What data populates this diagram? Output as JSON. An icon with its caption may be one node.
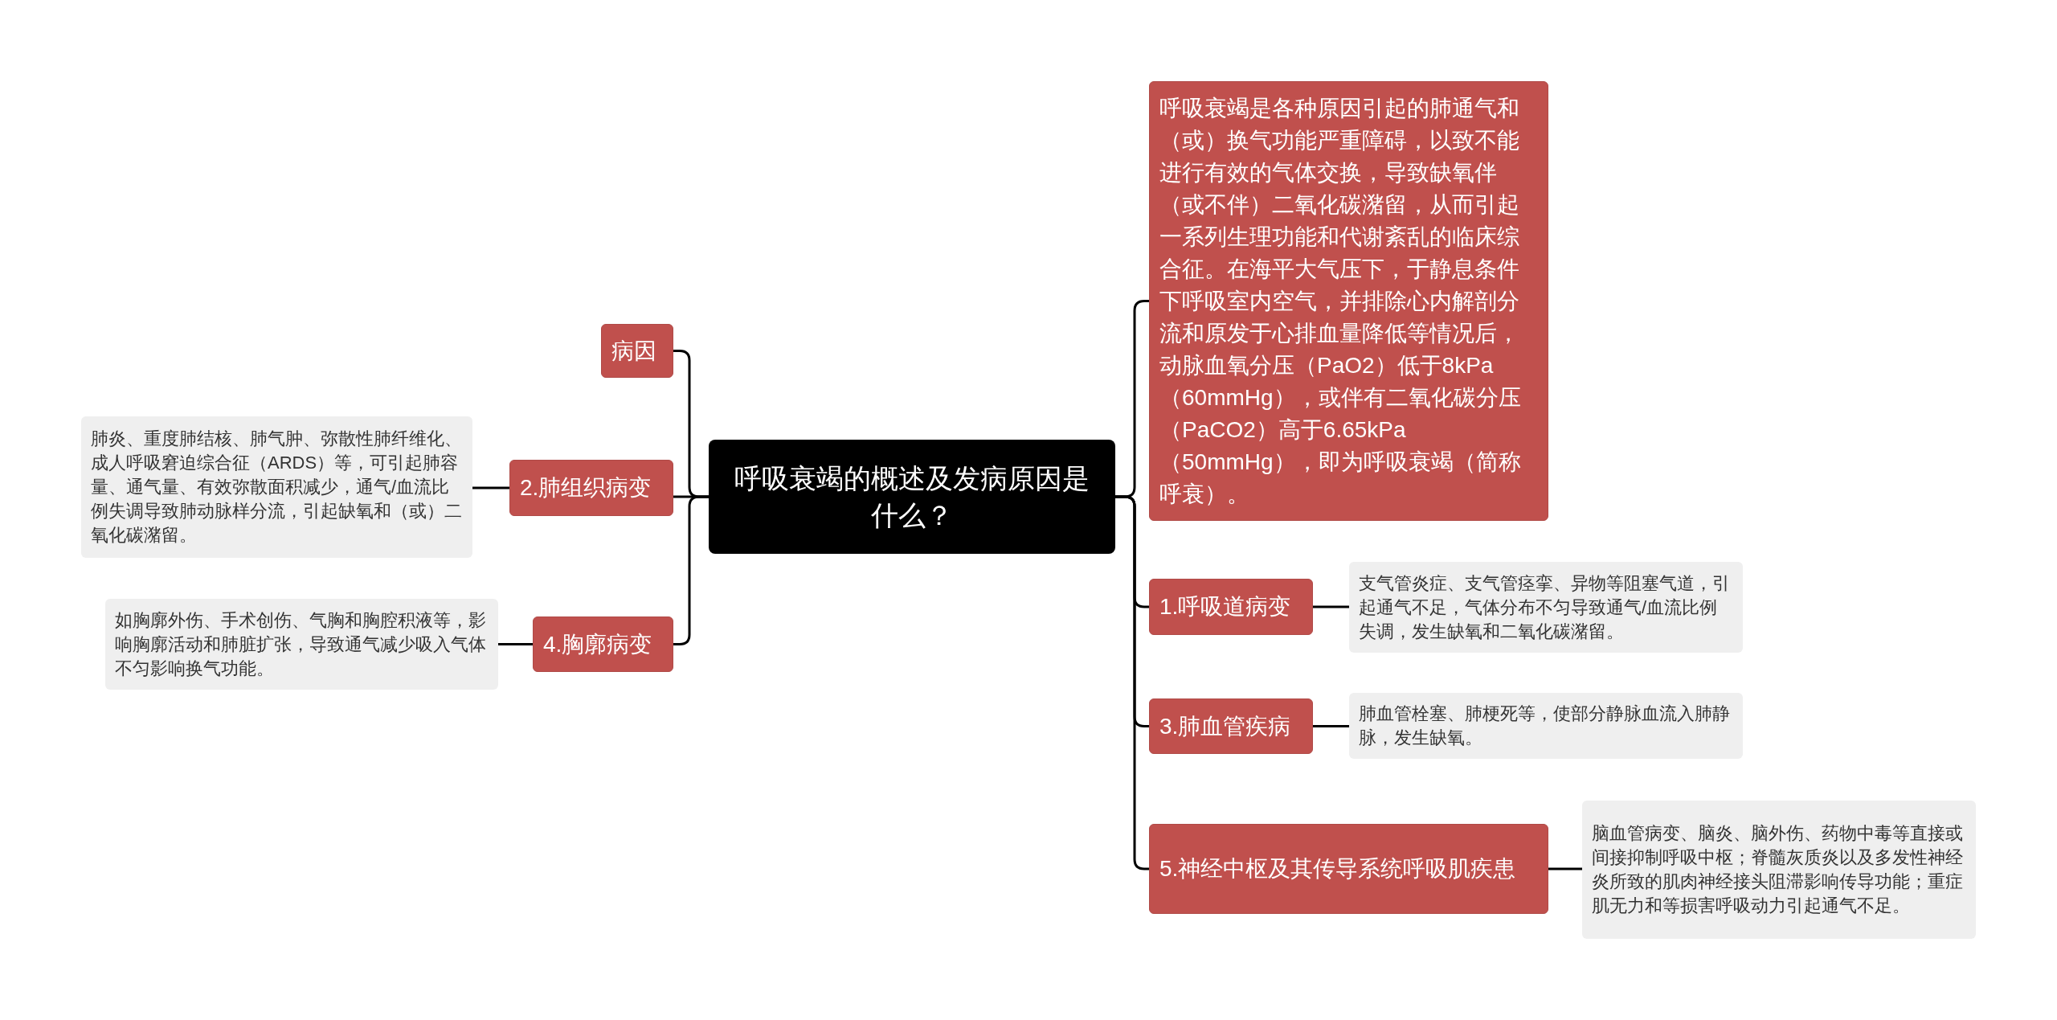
{
  "diagram": {
    "nodes": [
      {
        "text": [
          "呼吸衰竭的概述及发病原因是什么？"
        ]
      },
      {
        "text": [
          "病因"
        ]
      },
      {
        "text": [
          "2.肺组织病变"
        ]
      },
      {
        "text": [
          "肺炎、重度肺结核、肺气肿、弥散性肺纤维化、成人呼吸窘迫综合征（ARDS）等，可引起肺容量、通气量、有效弥散面积减少，通气/血流比例失调导致肺动脉样分流，引起缺氧和（或）二氧化碳潴留。"
        ]
      },
      {
        "text": [
          "4.胸廓病变"
        ]
      },
      {
        "text": [
          "如胸廓外伤、手术创伤、气胸和胸腔积液等，影响胸廓活动和肺脏扩张，导致通气减少吸入气体不匀影响换气功能。"
        ]
      },
      {
        "text": [
          "呼吸衰竭是各种原因引起的肺通气和（或）换气功能严重障碍，以致不能进行有效的气体交换，导致缺氧伴（或不伴）二氧化碳潴留，从而引起一系列生理功能和代谢紊乱的临床综合征。在海平大气压下，于静息条件下呼吸室内空气，并排除心内解剖分流和原发于心排血量降低等情况后，动脉血氧分压（PaO2）低于8kPa（60mmHg），或伴有二氧化碳分压（PaCO2）高于6.65kPa（50mmHg），即为呼吸衰竭（简称呼衰）。"
        ]
      },
      {
        "text": [
          "1.呼吸道病变"
        ]
      },
      {
        "text": [
          "支气管炎症、支气管痉挛、异物等阻塞气道，引起通气不足，气体分布不匀导致通气/血流比例失调，发生缺氧和二氧化碳潴留。"
        ]
      },
      {
        "text": [
          "3.肺血管疾病"
        ]
      },
      {
        "text": [
          "肺血管栓塞、肺梗死等，使部分静脉血流入肺静脉，发生缺氧。"
        ]
      },
      {
        "text": [
          "5.神经中枢及其传导系统呼吸肌疾患"
        ]
      },
      {
        "text": [
          "脑血管病变、脑炎、脑外伤、药物中毒等直接或间接抑制呼吸中枢；脊髓灰质炎以及多发性神经炎所致的肌肉神经接头阻滞影响传导功能；重症肌无力和等损害呼吸动力引起通气不足。"
        ]
      }
    ],
    "edges": [
      {
        "from": 0,
        "to": 1,
        "arrow": "none"
      },
      {
        "from": 0,
        "to": 2,
        "arrow": "none"
      },
      {
        "from": 0,
        "to": 4,
        "arrow": "none"
      },
      {
        "from": 2,
        "to": 3,
        "arrow": "none"
      },
      {
        "from": 4,
        "to": 5,
        "arrow": "none"
      },
      {
        "from": 0,
        "to": 6,
        "arrow": "none"
      },
      {
        "from": 0,
        "to": 7,
        "arrow": "none"
      },
      {
        "from": 0,
        "to": 9,
        "arrow": "none"
      },
      {
        "from": 0,
        "to": 11,
        "arrow": "none"
      },
      {
        "from": 7,
        "to": 8,
        "arrow": "none"
      },
      {
        "from": 9,
        "to": 10,
        "arrow": "none"
      },
      {
        "from": 11,
        "to": 12,
        "arrow": "none"
      }
    ]
  }
}
